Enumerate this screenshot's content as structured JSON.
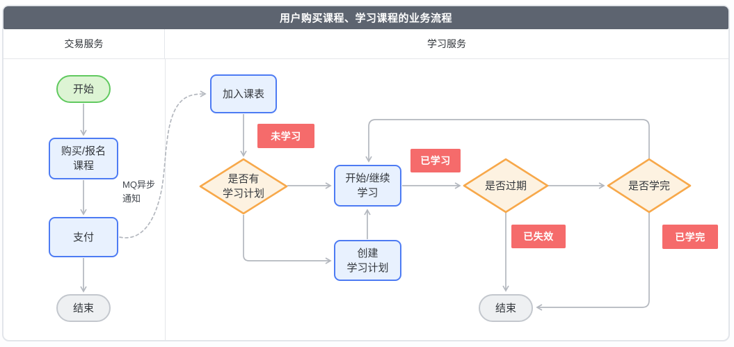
{
  "title": "用户购买课程、学习课程的业务流程",
  "lanes": {
    "transaction": "交易服务",
    "learning": "学习服务"
  },
  "nodes": {
    "start": "开始",
    "buy": "购买/报名\n课程",
    "pay": "支付",
    "end_left": "结束",
    "join_schedule": "加入课表",
    "has_plan": "是否有\n学习计划",
    "start_learn": "开始/继续\n学习",
    "create_plan": "创建\n学习计划",
    "is_expired": "是否过期",
    "is_finished": "是否学完",
    "end_right": "结束"
  },
  "edge_labels": {
    "not_learned": "未学习",
    "learned": "已学习",
    "invalid": "已失效",
    "done": "已学完",
    "mq_notify": "MQ异步\n通知"
  },
  "colors": {
    "header_bg": "#5d6470",
    "frame_border": "#e2e5ea",
    "grid_line": "#e4e6ea",
    "edge": "#b3b7be",
    "box_fill": "#e8f1fe",
    "box_stroke": "#4d7bf3",
    "start_fill": "#ddf4d4",
    "start_stroke": "#60c95f",
    "end_fill": "#eef0f2",
    "end_stroke": "#c3c7cd",
    "diamond_fill": "#fdf2e1",
    "diamond_stroke": "#f7a84a",
    "badge_bg": "#f56b6b"
  }
}
